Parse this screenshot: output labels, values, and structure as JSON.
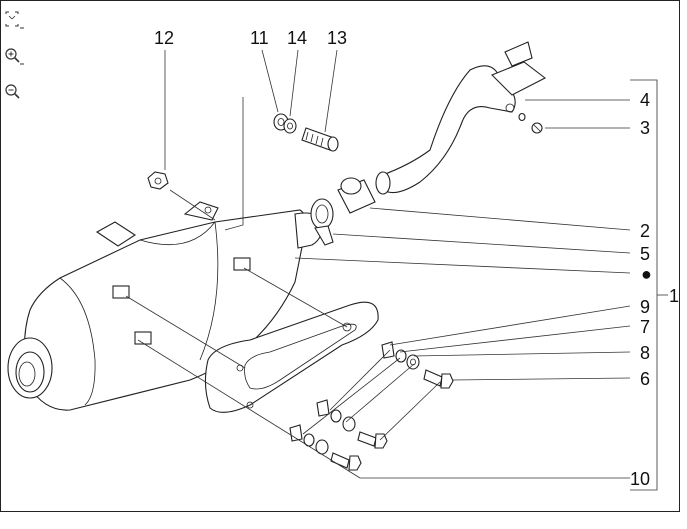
{
  "toolbar": {
    "fit_icon": "fit-to-page-icon",
    "zoom_in_icon": "zoom-in-icon",
    "zoom_out_icon": "zoom-out-icon"
  },
  "diagram": {
    "callouts": {
      "c1": "1",
      "c2": "2",
      "c3": "3",
      "c4": "4",
      "c5": "5",
      "c6": "6",
      "c7": "7",
      "c8": "8",
      "c9": "9",
      "c10": "10",
      "c11": "11",
      "c12": "12",
      "c13": "13",
      "c14": "14"
    },
    "bullet_marker": "●"
  }
}
